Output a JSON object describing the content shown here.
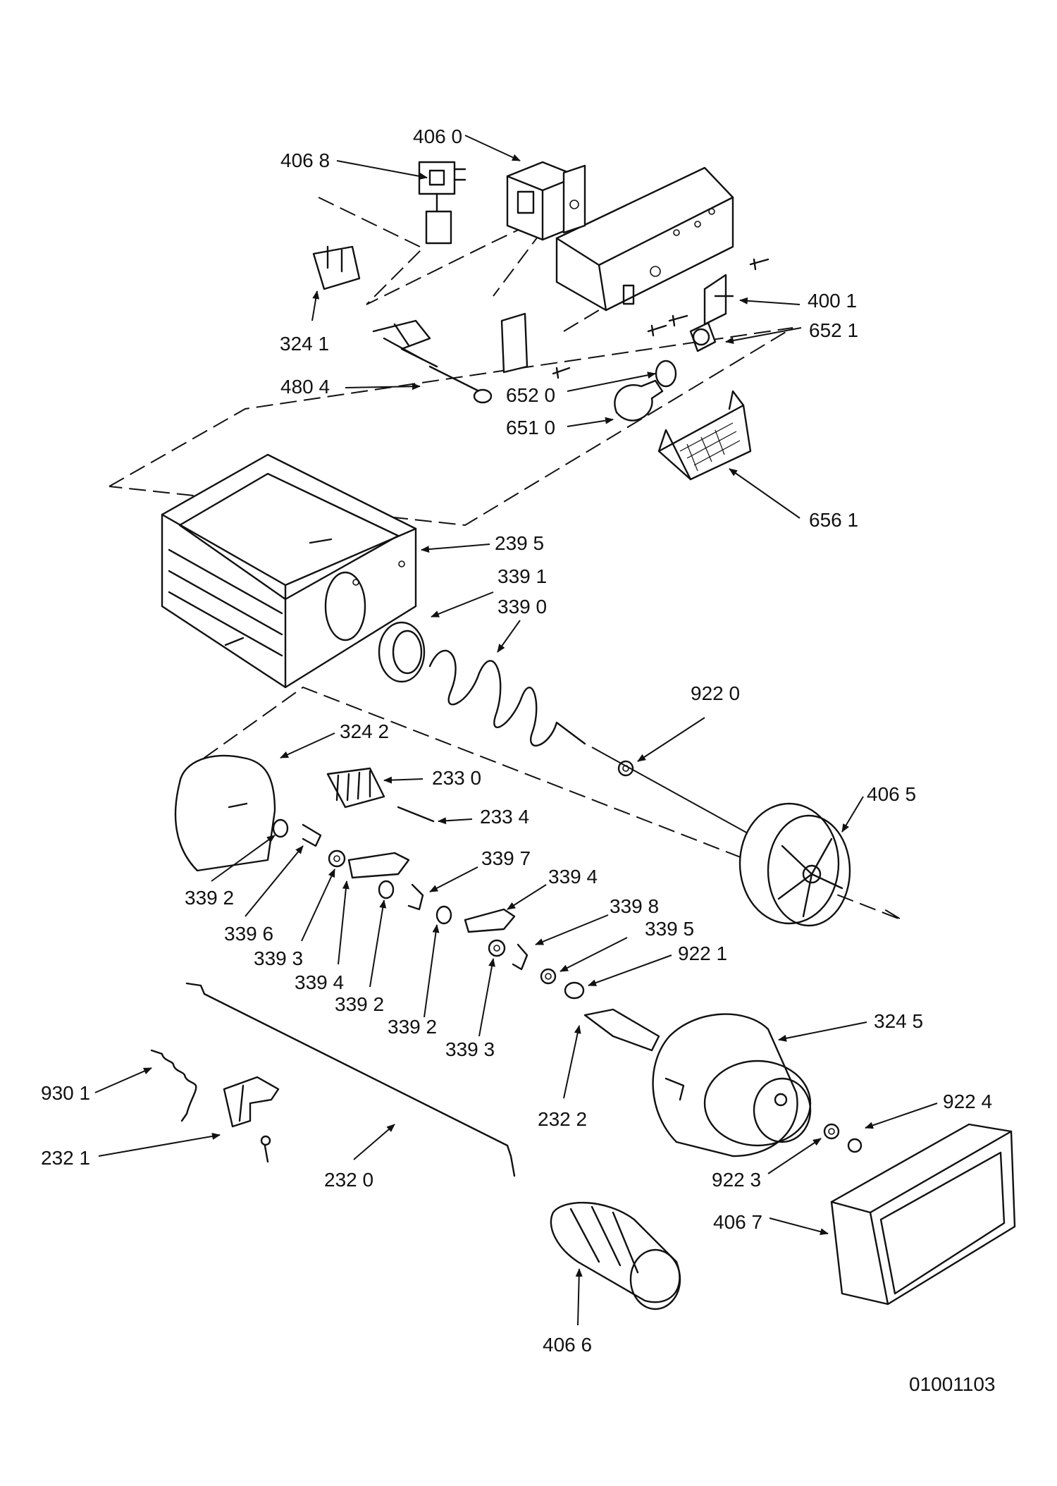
{
  "labels": {
    "p4060": "406 0",
    "p4068": "406 8",
    "p3241": "324 1",
    "p4804": "480 4",
    "p4001": "400 1",
    "p6521": "652 1",
    "p6520": "652 0",
    "p6510": "651 0",
    "p6561": "656 1",
    "p2395": "239 5",
    "p3391": "339 1",
    "p3390": "339 0",
    "p9220": "922 0",
    "p3242": "324 2",
    "p2330": "233 0",
    "p2334": "233 4",
    "p4065": "406 5",
    "p3397": "339 7",
    "p3394a": "339 4",
    "p3398": "339 8",
    "p3395": "339 5",
    "p9221": "922 1",
    "p3392a": "339 2",
    "p3396": "339 6",
    "p3393a": "339 3",
    "p3394b": "339 4",
    "p3392b": "339 2",
    "p3392c": "339 2",
    "p3393b": "339 3",
    "p3245": "324 5",
    "p9301": "930 1",
    "p2322": "232 2",
    "p9224": "922 4",
    "p2321": "232 1",
    "p2320": "232 0",
    "p9223": "922 3",
    "p4067": "406 7",
    "p4066": "406 6",
    "drawing_number": "01001103"
  }
}
